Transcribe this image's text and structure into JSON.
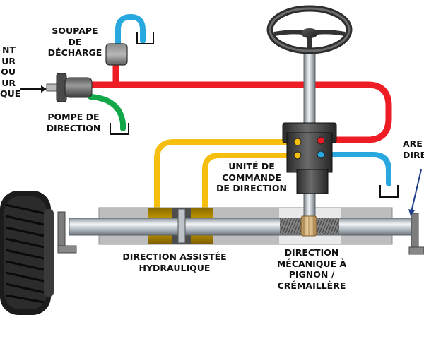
{
  "labels": {
    "left_source": [
      "NT",
      "UR",
      "OU",
      "UR",
      "QUE"
    ],
    "relief_valve": [
      "SOUPAPE",
      "DE",
      "DÉCHARGE"
    ],
    "steering_pump": [
      "POMPE DE",
      "DIRECTION"
    ],
    "steering_unit": [
      "UNITÉ DE",
      "COMMANDE",
      "DE DIRECTION"
    ],
    "hydraulic_assist": [
      "DIRECTION ASSISTÉE",
      "HYDRAULIQUE"
    ],
    "mechanical_steering": [
      "DIRECTION",
      "MÉCANIQUE À",
      "PIGNON /",
      "CRÉMAILLÈRE"
    ],
    "right_shaft": [
      "ARE",
      "DIRE"
    ]
  },
  "colors": {
    "pressure_line": "#ee1c24",
    "return_line": "#29a8e0",
    "pump_return_line": "#12a84a",
    "assist_line": "#f6be0f",
    "housing": "#bdbdbd",
    "steering_column": "#9aa0a6",
    "tire": "#1b1b1b"
  },
  "icons": [
    "steering-wheel-icon",
    "tire-icon",
    "reservoir-icon",
    "arrow-right-icon"
  ]
}
